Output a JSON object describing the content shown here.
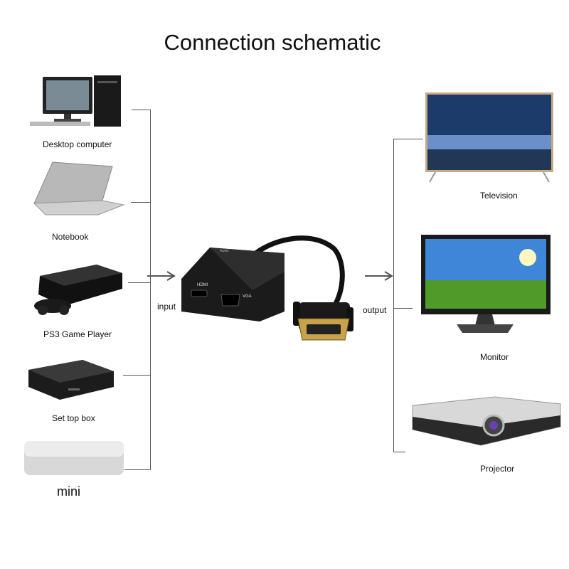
{
  "title": "Connection schematic",
  "inputs": [
    {
      "label": "Desktop computer",
      "icon": "desktop-computer-icon"
    },
    {
      "label": "Notebook",
      "icon": "notebook-icon"
    },
    {
      "label": "PS3 Game Player",
      "icon": "game-console-icon"
    },
    {
      "label": "Set top box",
      "icon": "set-top-box-icon"
    },
    {
      "label": "mini",
      "icon": "mini-computer-icon"
    }
  ],
  "outputs": [
    {
      "label": "Television",
      "icon": "television-icon"
    },
    {
      "label": "Monitor",
      "icon": "monitor-icon"
    },
    {
      "label": "Projector",
      "icon": "projector-icon"
    }
  ],
  "input_label": "input",
  "output_label": "output",
  "adapter": {
    "port1": "HDMI",
    "port2": "VGA",
    "port3": "Audio"
  }
}
